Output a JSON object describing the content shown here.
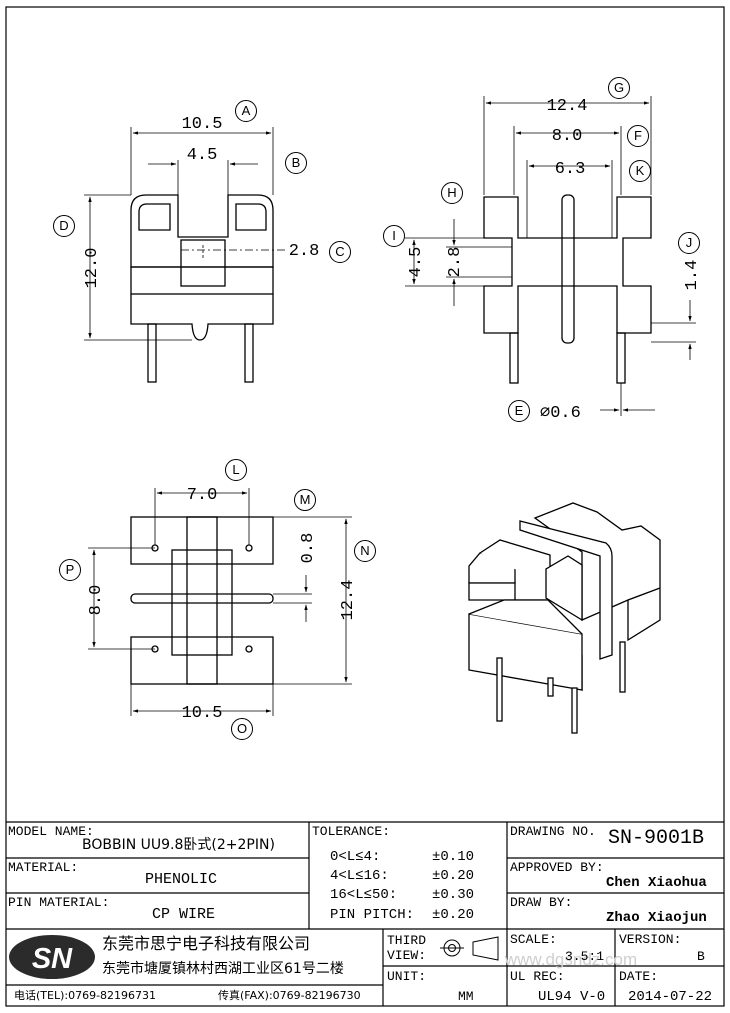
{
  "dimensions": {
    "A": "10.5",
    "B": "4.5",
    "C": "2.8",
    "D": "12.0",
    "G": "12.4",
    "F": "8.0",
    "K": "6.3",
    "H": "4.5",
    "I": "2.8",
    "J": "1.4",
    "E": "⌀0.6",
    "L": "7.0",
    "M": "0.8",
    "N": "12.4",
    "P": "8.0",
    "O": "10.5"
  },
  "callouts": [
    "A",
    "B",
    "C",
    "D",
    "E",
    "F",
    "G",
    "H",
    "I",
    "J",
    "K",
    "L",
    "M",
    "N",
    "O",
    "P"
  ],
  "title_block": {
    "model_name_label": "MODEL NAME:",
    "model_name": "BOBBIN UU9.8卧式(2+2PIN)",
    "material_label": "MATERIAL:",
    "material": "PHENOLIC",
    "pin_material_label": "PIN MATERIAL:",
    "pin_material": "CP WIRE",
    "tolerance_label": "TOLERANCE:",
    "tolerances": [
      {
        "range": "0<L≤4:",
        "value": "±0.10"
      },
      {
        "range": "4<L≤16:",
        "value": "±0.20"
      },
      {
        "range": "16<L≤50:",
        "value": "±0.30"
      },
      {
        "range": "PIN PITCH:",
        "value": "±0.20"
      }
    ],
    "drawing_no_label": "DRAWING NO.",
    "drawing_no": "SN-9001B",
    "approved_by_label": "APPROVED BY:",
    "approved_by": "Chen Xiaohua",
    "draw_by_label": "DRAW BY:",
    "draw_by": "Zhao Xiaojun",
    "third_view_label_1": "THIRD",
    "third_view_label_2": "VIEW:",
    "unit_label": "UNIT:",
    "unit": "MM",
    "scale_label": "SCALE:",
    "scale": "3.5:1",
    "version_label": "VERSION:",
    "version": "B",
    "ul_rec_label": "UL REC:",
    "ul_rec": "UL94 V-0",
    "date_label": "DATE:",
    "date": "2014-07-22",
    "company_logo": "SN",
    "company_name": "东莞市思宁电子科技有限公司",
    "company_address": "东莞市塘厦镇林村西湖工业区61号二楼",
    "tel": "电话(TEL):0769-82196731",
    "fax": "传真(FAX):0769-82196730",
    "watermark": "www.dgsndz.com"
  }
}
